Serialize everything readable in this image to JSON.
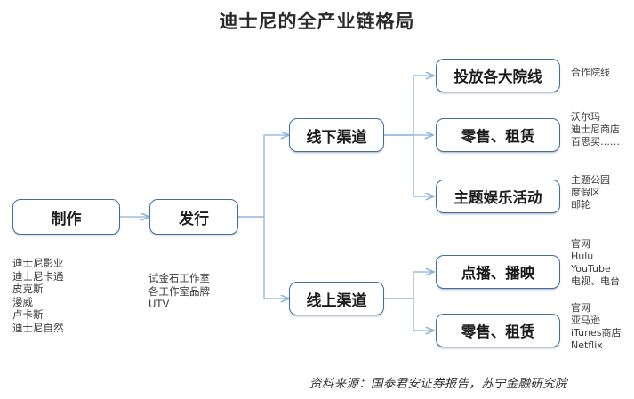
{
  "title": "迪士尼的全产业链格局",
  "nodes": {
    "production": "制作",
    "distribution": "发行",
    "offline_channel": "线下渠道",
    "online_channel": "线上渠道",
    "theaters": "投放各大院线",
    "retail_rental_offline": "零售、租赁",
    "theme_entertainment": "主题娱乐活动",
    "vod_broadcast": "点播、播映",
    "retail_rental_online": "零售、租赁"
  },
  "notes": {
    "production": "迪士尼影业\n迪士尼卡通\n皮克斯\n漫威\n卢卡斯\n迪士尼自然",
    "distribution": "试金石工作室\n各工作室品牌\nUTV",
    "theaters": "合作院线",
    "retail_rental_offline": "沃尔玛\n迪士尼商店\n百思买……",
    "theme_entertainment": "主题公园\n度假区\n邮轮",
    "vod_broadcast": "官网\nHulu\nYouTube\n电视、电台",
    "retail_rental_online": "官网\n亚马逊\niTunes商店\nNetflix"
  },
  "source": "资料来源：国泰君安证券报告，苏宁金融研究院",
  "colors": {
    "node_border": "#3e6ea3",
    "connector": "#9dbfe0",
    "title_text": "#2b2b2b",
    "note_text": "#3a3a3a"
  }
}
